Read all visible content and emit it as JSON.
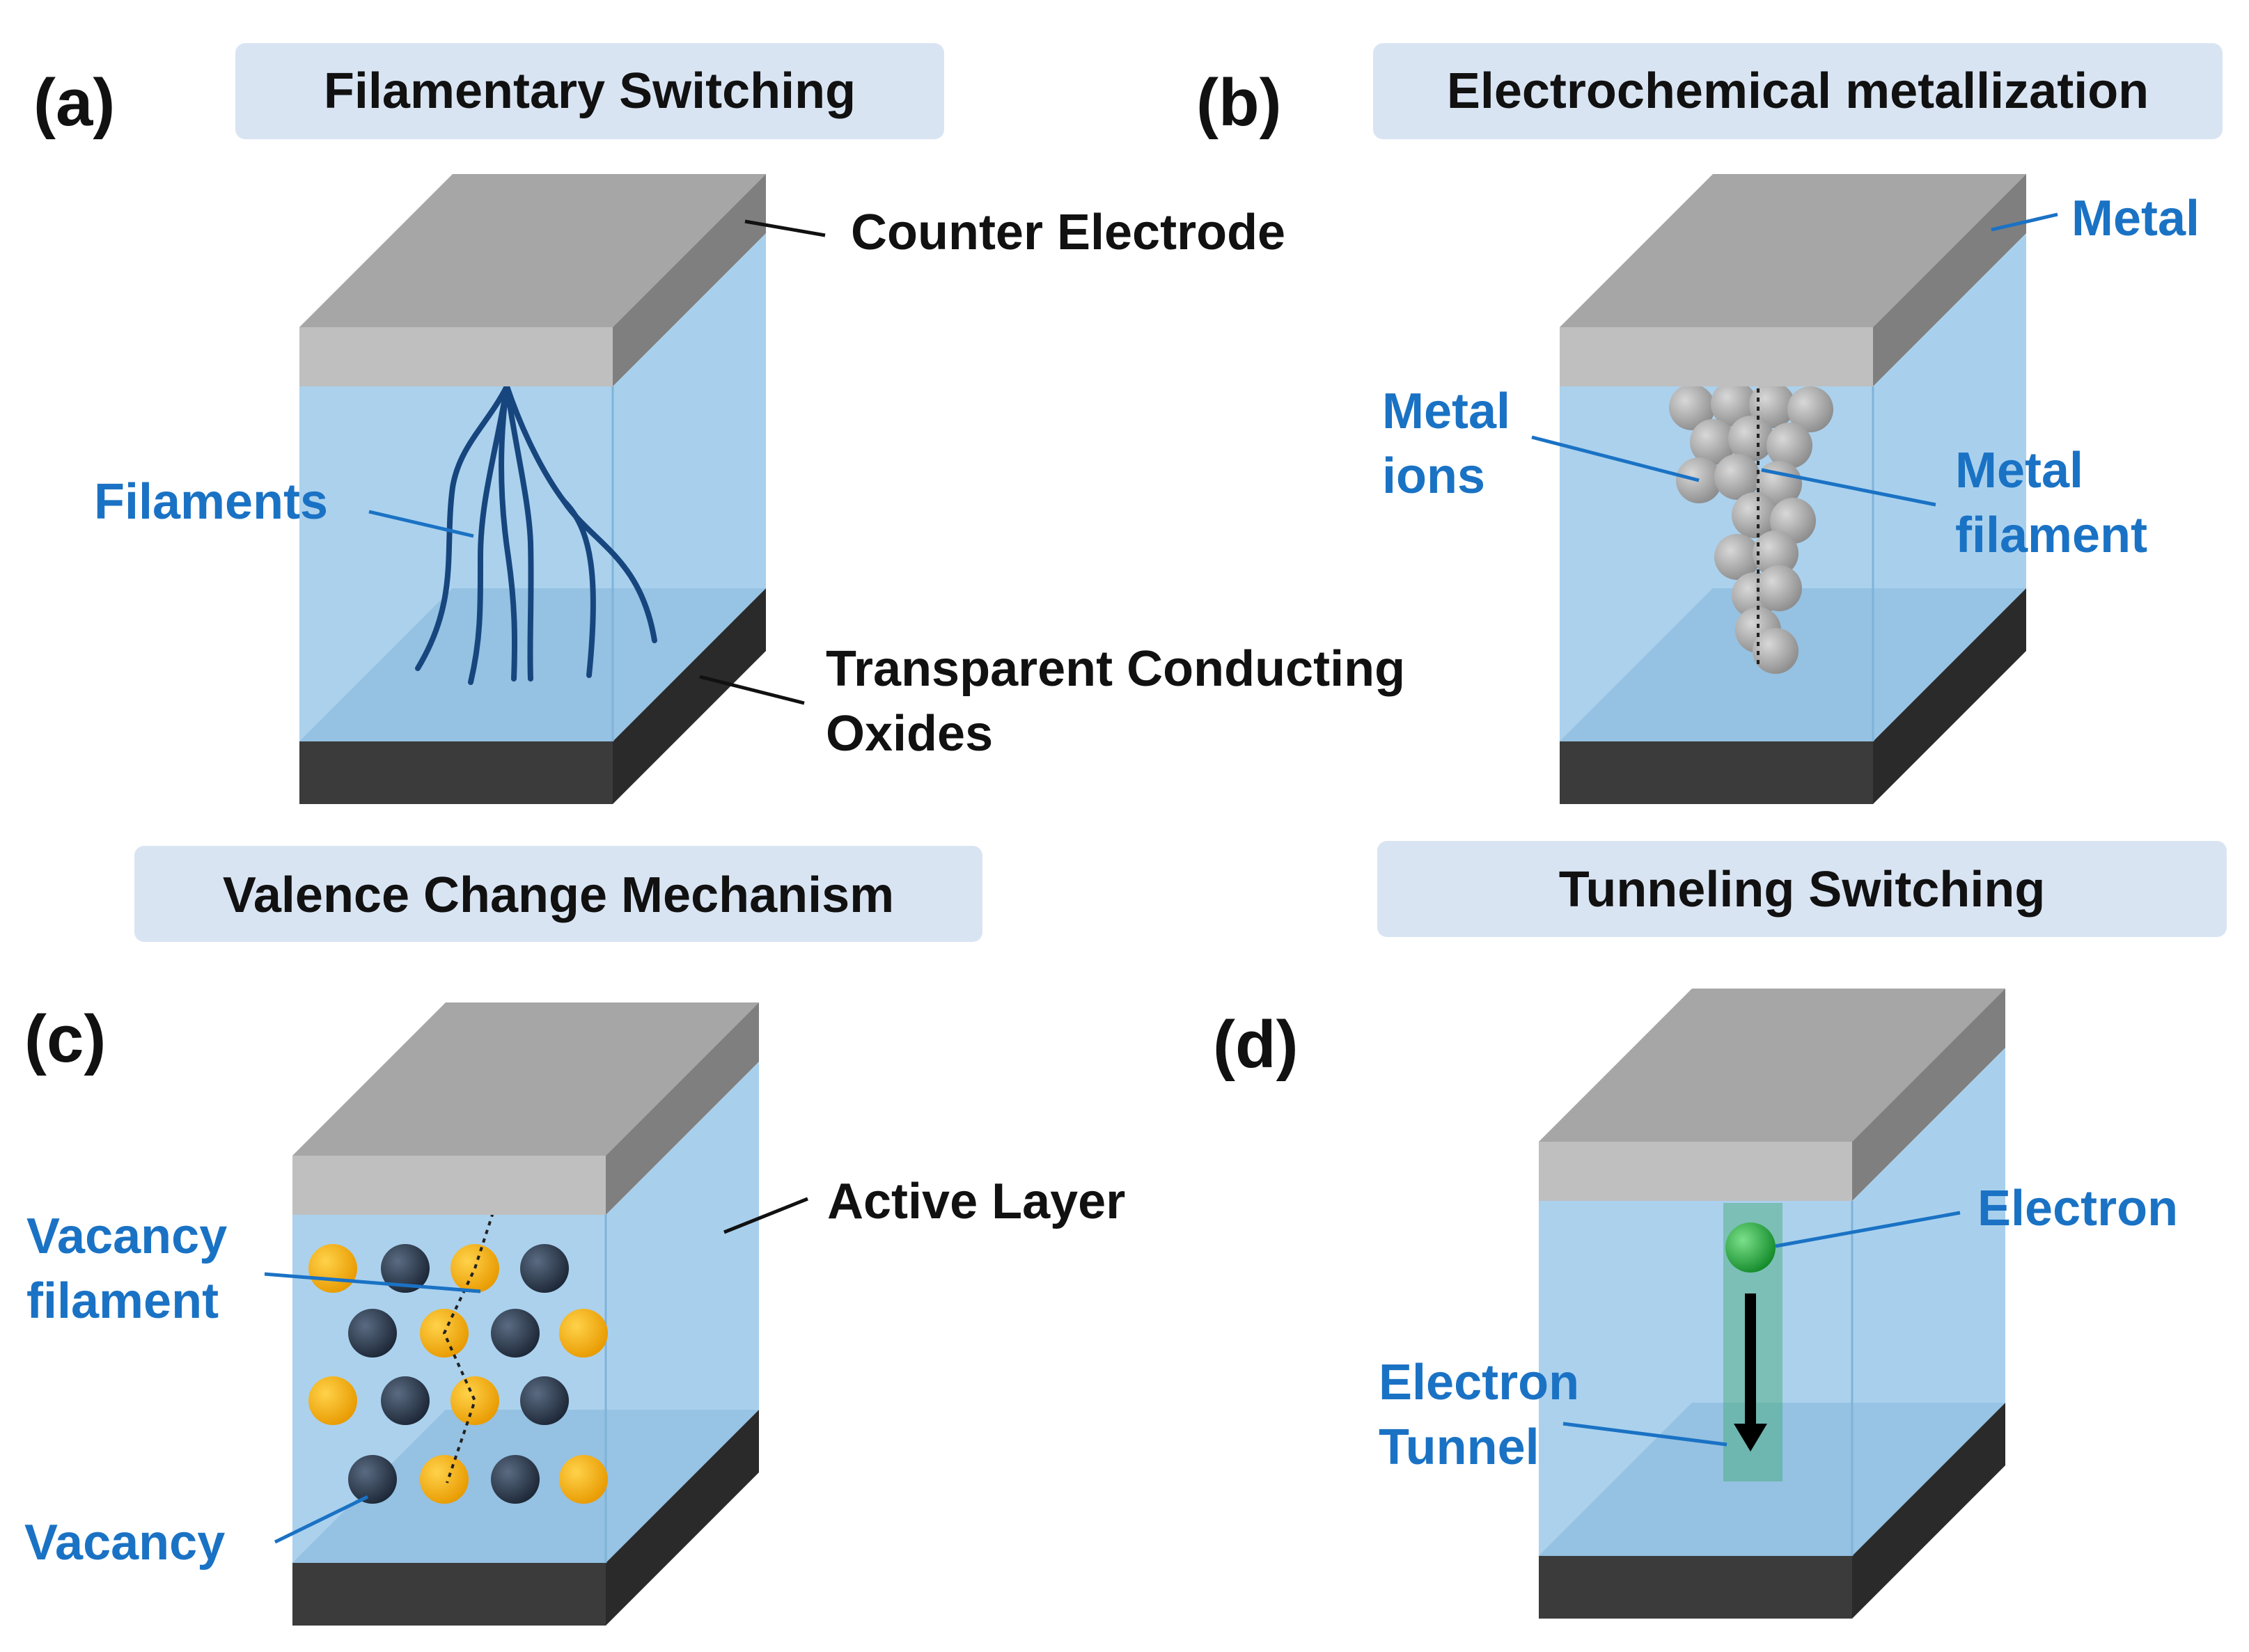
{
  "panels": {
    "a": {
      "label": "(a)",
      "title": "Filamentary Switching",
      "labels": {
        "counter_electrode": "Counter Electrode",
        "filaments": "Filaments",
        "tco_line1": "Transparent Conducting",
        "tco_line2": "Oxides"
      }
    },
    "b": {
      "label": "(b)",
      "title": "Electrochemical metallization",
      "labels": {
        "metal": "Metal",
        "metal_ions_line1": "Metal",
        "metal_ions_line2": "ions",
        "metal_filament_line1": "Metal",
        "metal_filament_line2": "filament"
      }
    },
    "c": {
      "label": "(c)",
      "title": "Valence Change Mechanism",
      "labels": {
        "active_layer": "Active Layer",
        "vacancy_filament_line1": "Vacancy",
        "vacancy_filament_line2": "filament",
        "vacancy": "Vacancy"
      }
    },
    "d": {
      "label": "(d)",
      "title": "Tunneling Switching",
      "labels": {
        "electron": "Electron",
        "electron_tunnel_line1": "Electron",
        "electron_tunnel_line2": "Tunnel"
      }
    }
  },
  "colors": {
    "label_blue": "#1a72c4",
    "title_box": "#d9e4f3",
    "electrode_top": "#a6a6a6",
    "electrode_front": "#bfbfbf",
    "active_layer": "#9fcbeb",
    "bottom_surface": "#4f7fa0",
    "substrate": "#3a3a3a",
    "vacancy_orange": "#f6a800",
    "vacancy_dark": "#2b3a4e",
    "electron_green": "#1fae3b"
  }
}
